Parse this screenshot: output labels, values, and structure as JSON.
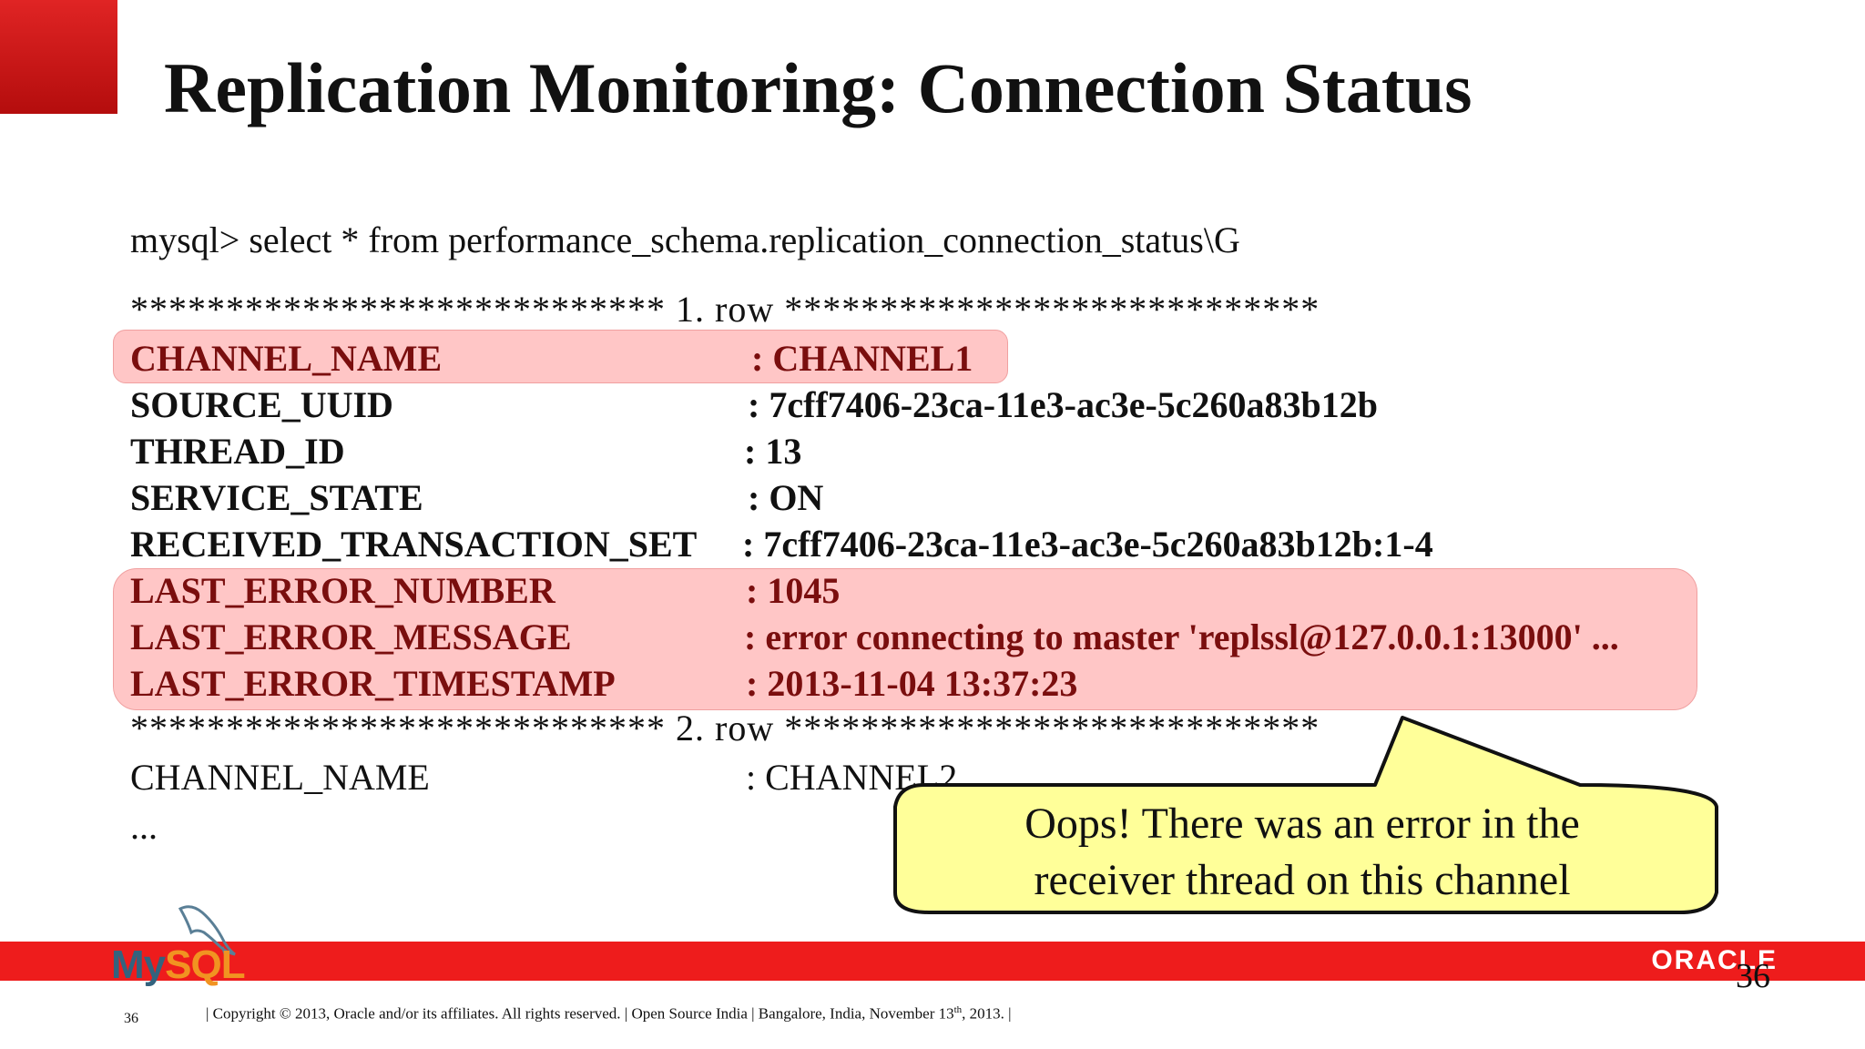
{
  "slide": {
    "title": "Replication Monitoring: Connection Status",
    "query": "mysql> select * from  performance_schema.replication_connection_status\\G",
    "separator1": "**************************** 1. row ****************************",
    "separator2": "**************************** 2. row ****************************",
    "rows": [
      {
        "key": "CHANNEL_NAME",
        "value": ": CHANNEL1"
      },
      {
        "key": "SOURCE_UUID",
        "value": ": 7cff7406-23ca-11e3-ac3e-5c260a83b12b"
      },
      {
        "key": "THREAD_ID",
        "value": ": 13"
      },
      {
        "key": "SERVICE_STATE",
        "value": ": ON"
      },
      {
        "key": "RECEIVED_TRANSACTION_SET",
        "value": ": 7cff7406-23ca-11e3-ac3e-5c260a83b12b:1-4"
      },
      {
        "key": "LAST_ERROR_NUMBER",
        "value": ": 1045"
      },
      {
        "key": "LAST_ERROR_MESSAGE",
        "value": ": error connecting to master 'replssl@127.0.0.1:13000' ..."
      },
      {
        "key": "LAST_ERROR_TIMESTAMP",
        "value": ": 2013-11-04 13:37:23"
      }
    ],
    "row2": {
      "key": "CHANNEL_NAME",
      "value": ": CHANNEL2"
    },
    "ellipsis": "...",
    "callout": {
      "line1": "Oops! There was an error in the",
      "line2": "receiver thread on this channel"
    }
  },
  "branding": {
    "mysql_my": "My",
    "mysql_sql": "SQL",
    "oracle": "ORACLE",
    "highlight_color": "#ffc6c6",
    "bar_color": "#ee1c1c",
    "callout_color": "#ffff99"
  },
  "footer": {
    "page_number": "36",
    "page_number_small": "36",
    "copyright_pre": "| Copyright © 2013, Oracle and/or its affiliates. All rights reserved. | Open Source India | Bangalore, India, November 13",
    "copyright_sup": "th",
    "copyright_post": ", 2013. |"
  }
}
